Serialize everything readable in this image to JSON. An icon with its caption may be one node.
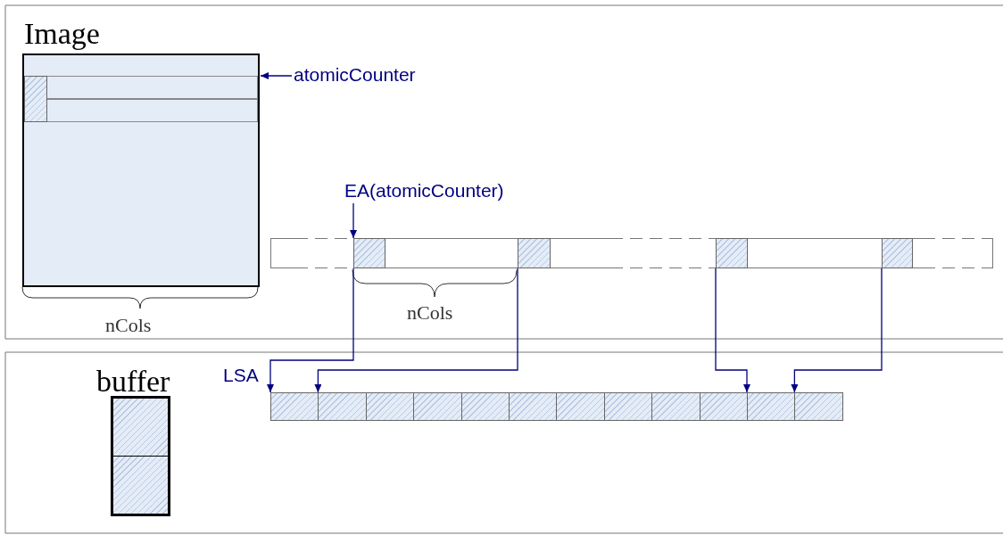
{
  "diagram": {
    "nodes": [
      {
        "text": [
          "Image"
        ]
      },
      {
        "text": [],
        "shape": "box",
        "in": 0
      },
      {
        "text": [],
        "shape": "box",
        "in": 0
      },
      {
        "text": [],
        "shape": "box",
        "in": 0
      },
      {
        "text": [
          "atomicCounter"
        ]
      },
      {
        "text": [
          "EA(atomicCounter)"
        ]
      },
      {
        "text": [],
        "shape": "box"
      },
      {
        "text": [],
        "shape": "box",
        "in": 6
      },
      {
        "text": [],
        "shape": "box",
        "in": 6
      },
      {
        "text": [],
        "shape": "box",
        "in": 6
      },
      {
        "text": [],
        "shape": "box",
        "in": 6
      },
      {
        "text": [
          "buffer"
        ]
      },
      {
        "text": [],
        "shape": "box",
        "in": 11
      },
      {
        "text": [],
        "shape": "box",
        "in": 11
      },
      {
        "text": [],
        "shape": "box"
      },
      {
        "text": [],
        "shape": "box"
      },
      {
        "text": [],
        "shape": "box"
      },
      {
        "text": [],
        "shape": "box"
      },
      {
        "text": [],
        "shape": "box"
      },
      {
        "text": [],
        "shape": "box"
      },
      {
        "text": [],
        "shape": "box"
      },
      {
        "text": [],
        "shape": "box"
      },
      {
        "text": [],
        "shape": "box"
      },
      {
        "text": [],
        "shape": "box"
      },
      {
        "text": [],
        "shape": "box"
      },
      {
        "text": [],
        "shape": "box"
      }
    ],
    "edges": [
      {
        "from": 4,
        "to": 1,
        "arrow": "to"
      },
      {
        "from": 5,
        "to": 7,
        "arrow": "to"
      },
      {
        "from": 7,
        "to": 14,
        "arrow": "to"
      },
      {
        "from": 8,
        "to": 15,
        "arrow": "to"
      },
      {
        "from": 9,
        "to": 24,
        "arrow": "to"
      },
      {
        "from": 10,
        "to": 25,
        "arrow": "to"
      }
    ],
    "labels": [
      "nCols",
      "nCols",
      "LSA"
    ]
  }
}
